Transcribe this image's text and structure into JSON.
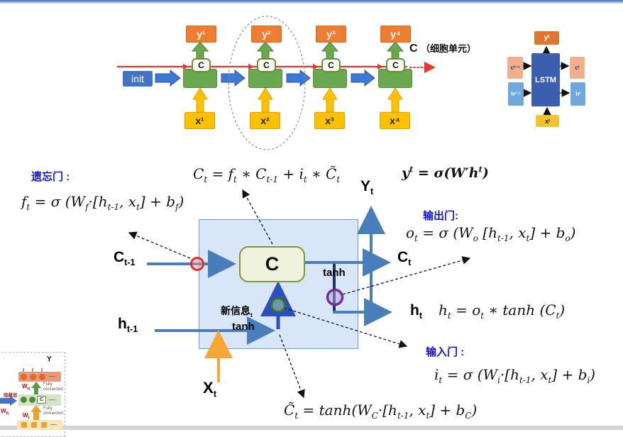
{
  "sequence_diagram": {
    "init_label": "init",
    "note_c": "C",
    "note_text": "（细胞单元）",
    "units": [
      {
        "y": "y¹",
        "c": "C",
        "x": "x¹"
      },
      {
        "y": "y²",
        "c": "C",
        "x": "x²"
      },
      {
        "y": "y³",
        "c": "C",
        "x": "x³"
      },
      {
        "y": "y⁴",
        "c": "C",
        "x": "x⁴"
      }
    ]
  },
  "lstm_block": {
    "label": "LSTM",
    "y": "yᵗ",
    "c_prev": "cᵗ⁻¹",
    "h_prev": "hᵗ⁻¹",
    "c_next": "cᵗ",
    "h_next": "hᵗ",
    "x": "xᵗ"
  },
  "cell_diagram": {
    "c": "C",
    "c_prev": "C_{t-1}",
    "h_prev": "h_{t-1}",
    "c_out": "C_{t}",
    "h_out": "h_{t}",
    "y_out": "Y_{t}",
    "x_in": "X_{t}",
    "new_info": "新信息_{t}",
    "tanh_inner": "tanh",
    "tanh_gate": "tanh"
  },
  "formulas": {
    "forget_gate_label": "遗忘门 :",
    "forget": "f_{t} = σ (W_{f}·[h_{t-1}, x_{t}]  +  b_{f})",
    "cell_state": "C_{t} = f_{t} ∗ C_{t-1} + i_{t} ∗ C̃_{t}",
    "output_y": "y^{t} = σ(W′h^{t})",
    "output_gate_label": "输出门:",
    "output": "o_{t} = σ (W_{o} [h_{t-1}, x_{t}]  +  b_{o})",
    "hidden": "h_{t} = o_{t} ∗ tanh (C_{t})",
    "input_gate_label": "输入门 :",
    "input": "i_{t} = σ (W_{i}·[h_{t-1}, x_{t}]  +  b_{i})",
    "candidate": "C̃_{t} = tanh(W_{C}·[h_{t-1}, x_{t}]  +  b_{C})"
  },
  "thumbnail": {
    "y_label": "Y",
    "hidden_layer": "隐藏层",
    "w_o": "W_{o}",
    "w_h": "W_{h}",
    "w_i": "W_{i}",
    "fully_connected_1": "Fully connected",
    "fully_connected_2": "Fully connected",
    "c": "C",
    "dash": "—"
  },
  "colors": {
    "accent_orange": "#ED7D31",
    "accent_yellow": "#FFC000",
    "accent_green": "#6AA84F",
    "accent_blue": "#4472C4",
    "steel_line": "#4A7EBB",
    "red_line": "#E8342A",
    "gate_text_blue": "#1414CE",
    "cell_box_fill": "#EFF3DE",
    "cell_box_border": "#7F9938",
    "big_box_fill": "#D6E4F5",
    "purple_gate": "#7030A0",
    "green_gate": "#38761D"
  }
}
